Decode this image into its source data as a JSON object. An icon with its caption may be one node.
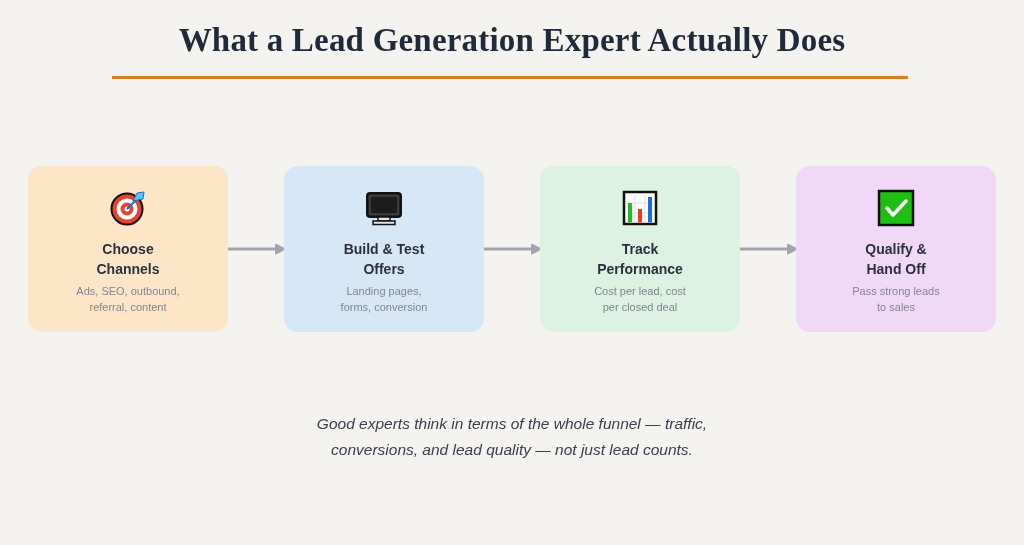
{
  "diagram": {
    "title": "What a Lead Generation Expert Actually Does",
    "nodes": [
      {
        "text": [
          "Choose Channels",
          "Ads, SEO, outbound, referral, content"
        ]
      },
      {
        "text": [
          "Build & Test Offers",
          "Landing pages, forms, conversion"
        ]
      },
      {
        "text": [
          "Track Performance",
          "Cost per lead, cost per closed deal"
        ]
      },
      {
        "text": [
          "Qualify & Hand Off",
          "Pass strong leads to sales"
        ]
      }
    ],
    "edges": [
      {
        "from": 0,
        "to": 1,
        "arrow": "to"
      },
      {
        "from": 1,
        "to": 2,
        "arrow": "to"
      },
      {
        "from": 2,
        "to": 3,
        "arrow": "to"
      }
    ],
    "caption": "Good experts think in terms of the whole funnel — traffic, conversions, and lead quality — not just lead counts."
  }
}
